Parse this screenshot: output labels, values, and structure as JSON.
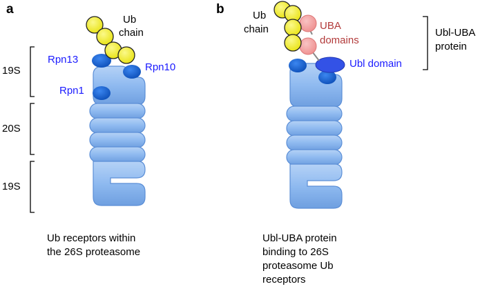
{
  "panel_a": {
    "letter": "a",
    "chain_label": [
      "Ub",
      "chain"
    ],
    "rpn13": "Rpn13",
    "rpn10": "Rpn10",
    "rpn1": "Rpn1",
    "bracket_labels": [
      "19S",
      "20S",
      "19S"
    ],
    "caption": [
      "Ub receptors within",
      "the 26S proteasome"
    ]
  },
  "panel_b": {
    "letter": "b",
    "chain_label": [
      "Ub",
      "chain"
    ],
    "uba_label": [
      "UBA",
      "domains"
    ],
    "ubl_label": "Ubl domain",
    "protein_label": [
      "Ubl-UBA",
      "protein"
    ],
    "caption": [
      "Ubl-UBA protein",
      "binding to 26S",
      "proteasome Ub",
      "receptors"
    ]
  },
  "colors": {
    "proteasome_fill": "#8fbaf0",
    "proteasome_stroke": "#5b8ed6",
    "receptor": "#1565d8",
    "ubiquitin": "#f5f22a",
    "uba": "#f4a6a6",
    "ubl": "#3352e6",
    "label_blue": "#1a1aff",
    "label_red": "#b23a3a"
  }
}
